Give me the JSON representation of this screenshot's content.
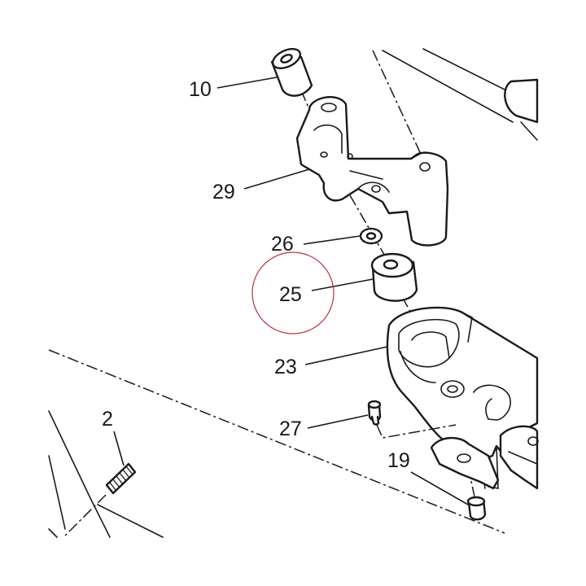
{
  "callouts": {
    "part_10": "10",
    "part_29": "29",
    "part_26": "26",
    "part_25": "25",
    "part_23": "23",
    "part_27": "27",
    "part_19": "19",
    "part_2": "2"
  },
  "colors": {
    "line": "#1a1a1a",
    "highlight_circle": "#b5323c",
    "background": "#ffffff"
  },
  "highlighted_part": "25"
}
